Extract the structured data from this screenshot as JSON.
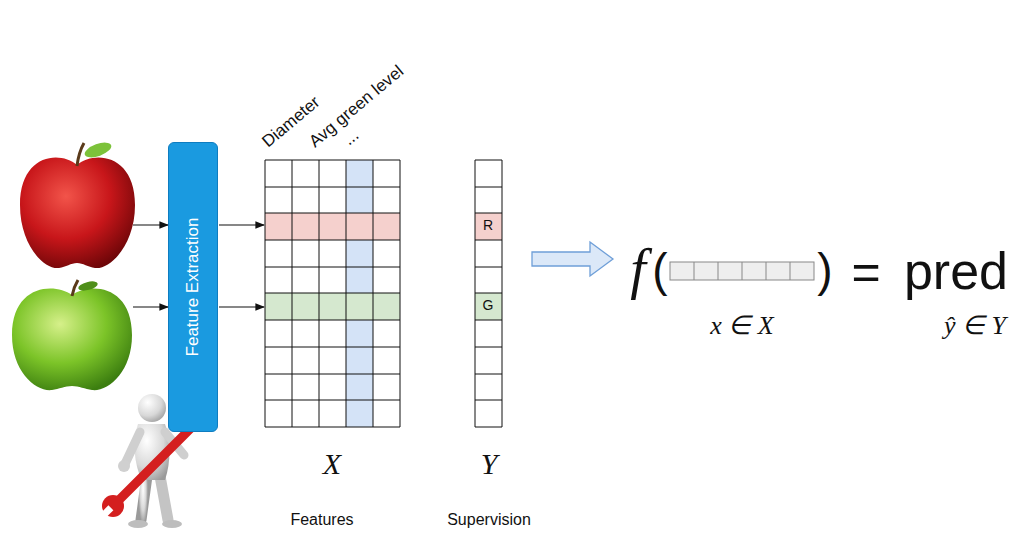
{
  "diagram": {
    "nodes": [
      {
        "text": [
          "Feature Extraction"
        ]
      }
    ],
    "labels": [
      "Diameter",
      "Avg green level",
      "...",
      "R",
      "G",
      "X",
      "Y",
      "Features",
      "Supervision",
      "f",
      "(",
      ")",
      "=",
      "pred",
      "x ∈ X",
      "ŷ ∈ Y"
    ]
  }
}
